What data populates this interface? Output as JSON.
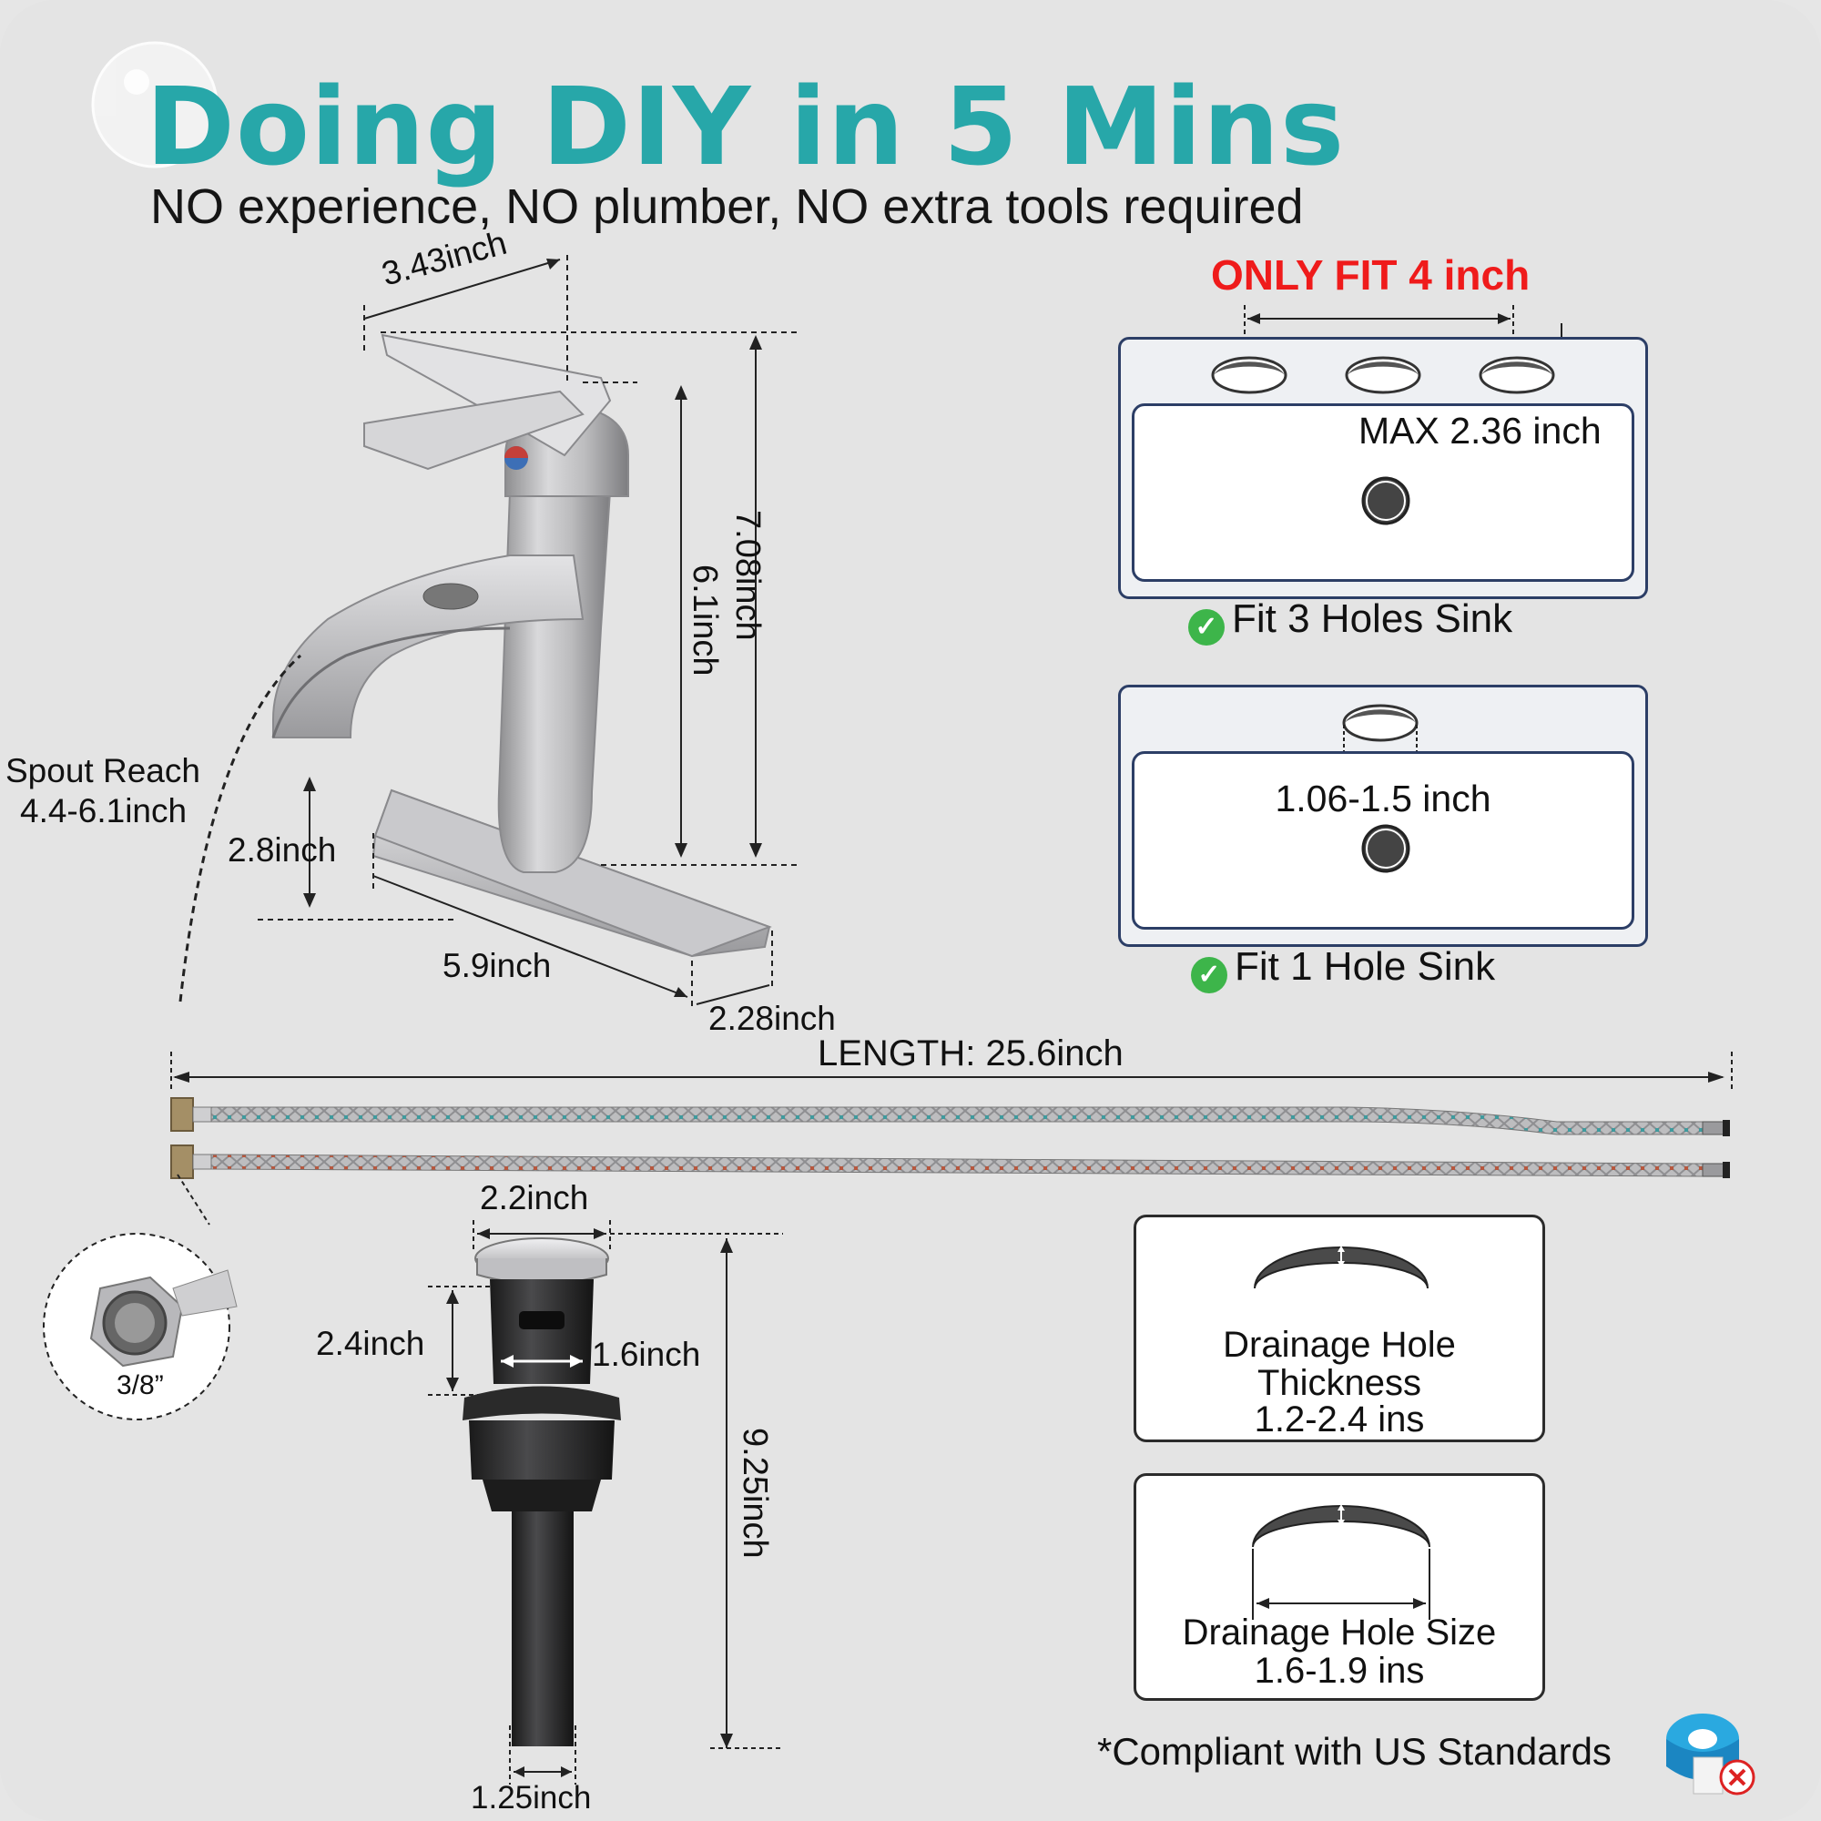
{
  "header": {
    "title": "Doing DIY in 5 Mins",
    "subtitle": "NO experience, NO plumber, NO extra tools required"
  },
  "faucet": {
    "handle_depth": "3.43inch",
    "height_total": "7.08inch",
    "height_spout": "6.1inch",
    "spout_height": "2.8inch",
    "spout_reach_label": "Spout Reach",
    "spout_reach_value": "4.4-6.1inch",
    "plate_length": "5.9inch",
    "plate_width": "2.28inch"
  },
  "three_hole": {
    "fit_note": "ONLY FIT 4 inch",
    "max_label": "MAX 2.36 inch",
    "caption": "Fit 3 Holes Sink"
  },
  "one_hole": {
    "hole_label": "1.06-1.5 inch",
    "caption": "Fit 1 Hole Sink"
  },
  "hoses": {
    "length": "LENGTH: 25.6inch",
    "connector": "3/8”"
  },
  "drain": {
    "cap_width": "2.2inch",
    "body_height": "2.4inch",
    "inner_width": "1.6inch",
    "total_height": "9.25inch",
    "pipe_width": "1.25inch"
  },
  "thickness_box": {
    "line1": "Drainage Hole",
    "line2": "Thickness",
    "line3": "1.2-2.4 ins"
  },
  "size_box": {
    "line1": "Drainage Hole Size",
    "line2": "1.6-1.9 ins"
  },
  "footer": {
    "note": "*Compliant with US Standards"
  },
  "colors": {
    "title": "#27a7a9",
    "red_note": "#ef1b1b",
    "box_border": "#2c3e66",
    "check": "#3db54a"
  }
}
